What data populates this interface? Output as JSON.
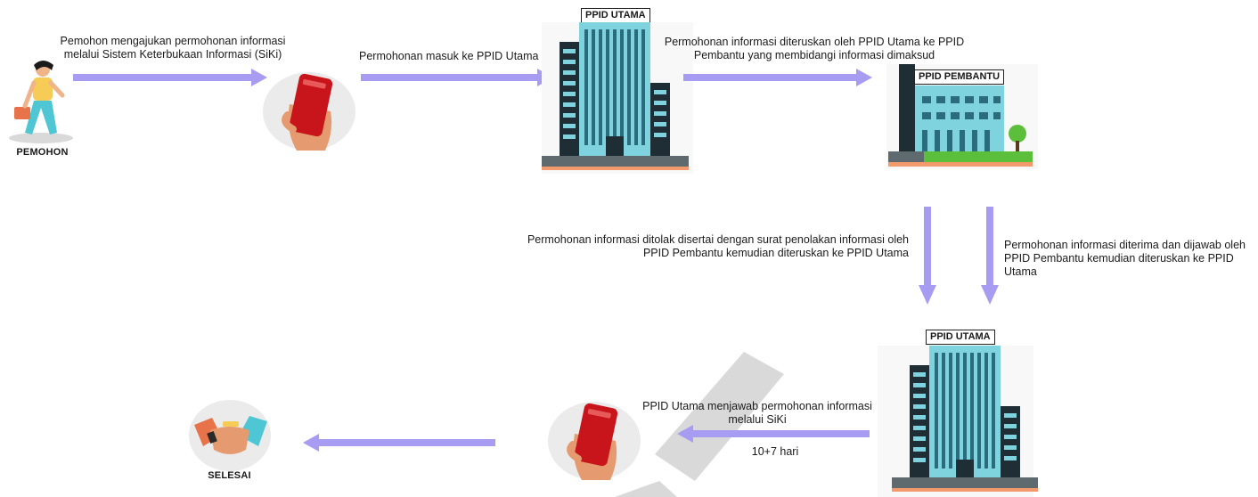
{
  "steps": {
    "step1_text": "Pemohon mengajukan permohonan informasi melalui Sistem Keterbukaan Informasi (SiKi)",
    "step2_text": "Permohonan masuk ke PPID Utama",
    "step3_text": "Permohonan informasi diteruskan oleh PPID Utama ke PPID Pembantu yang membidangi informasi dimaksud",
    "rejected_text": "Permohonan informasi ditolak disertai dengan surat penolakan informasi oleh PPID Pembantu kemudian diteruskan ke PPID Utama",
    "accepted_text": "Permohonan informasi diterima dan dijawab oleh PPID Pembantu kemudian diteruskan ke PPID Utama",
    "answer_text": "PPID Utama menjawab permohonan informasi melalui SiKi",
    "duration_text": "10+7 hari"
  },
  "labels": {
    "pemohon": "PEMOHON",
    "ppid_utama_top": "PPID UTAMA",
    "ppid_pembantu": "PPID PEMBANTU",
    "ppid_utama_bottom": "PPID UTAMA",
    "selesai": "SELESAI"
  },
  "colors": {
    "arrow": "#a89cf2",
    "building_glass": "#7fd3df",
    "building_dark": "#1f2d35",
    "phone_red": "#c8141b",
    "watermark": "#d9d9d9"
  },
  "icons": [
    "person-walking-icon",
    "hand-phone-icon",
    "office-building-icon",
    "handshake-icon"
  ]
}
